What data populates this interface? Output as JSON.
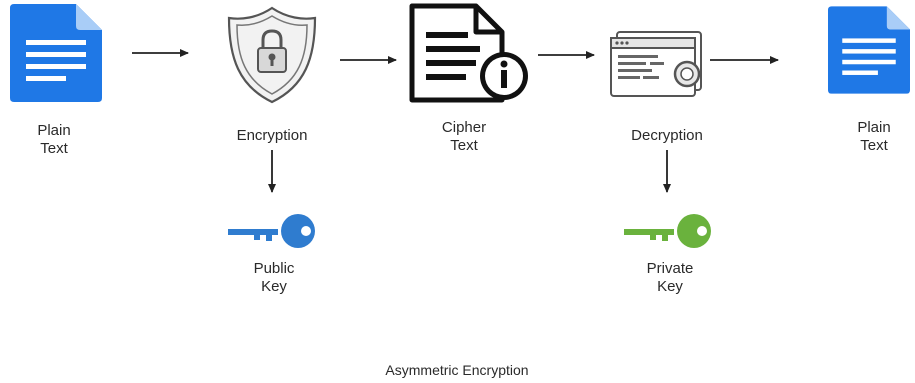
{
  "diagram": {
    "caption": "Asymmetric Encryption",
    "nodes": {
      "plain_text_in": {
        "line1": "Plain",
        "line2": "Text",
        "icon": "document-icon"
      },
      "encryption": {
        "label": "Encryption",
        "icon": "shield-lock-icon"
      },
      "cipher_text": {
        "line1": "Cipher",
        "line2": "Text",
        "icon": "cipher-document-icon"
      },
      "decryption": {
        "label": "Decryption",
        "icon": "browser-window-key-icon"
      },
      "plain_text_out": {
        "line1": "Plain",
        "line2": "Text",
        "icon": "document-icon"
      },
      "public_key": {
        "line1": "Public",
        "line2": "Key",
        "icon": "key-icon",
        "color": "#2f7ccf"
      },
      "private_key": {
        "line1": "Private",
        "line2": "Key",
        "icon": "key-icon",
        "color": "#6ab23d"
      }
    },
    "colors": {
      "document": "#1f78e6",
      "arrow": "#222222"
    }
  }
}
